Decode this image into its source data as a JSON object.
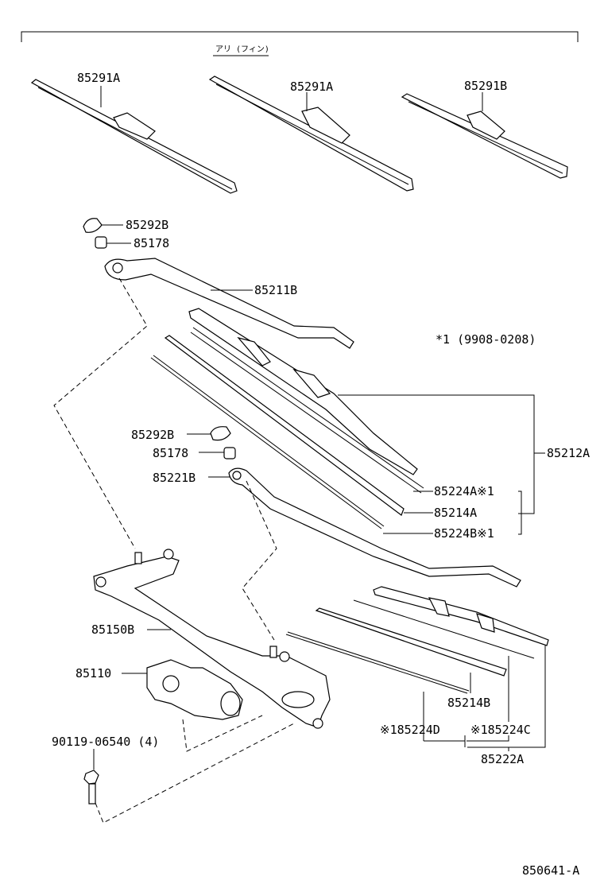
{
  "header_note": "アリ (フィン)",
  "footnote_range": "*1 (9908-0208)",
  "diagram_id": "850641-A",
  "callouts": {
    "blade_1": "85291A",
    "blade_2": "85291A",
    "blade_3": "85291B",
    "cap_upper": "85292B",
    "nut_upper": "85178",
    "arm_upper": "85211B",
    "blade_assy_upper": "85212A",
    "spring_upper": "85224A※1",
    "rubber_upper": "85214A",
    "spring_lower_upper": "85224B※1",
    "cap_lower": "85292B",
    "nut_lower": "85178",
    "arm_lower": "85221B",
    "link": "85150B",
    "motor": "85110",
    "bolt": "90119-06540 (4)",
    "rubber_lower": "85214B",
    "spring_d": "※185224D",
    "spring_c": "※185224C",
    "blade_assy_lower": "85222A"
  }
}
